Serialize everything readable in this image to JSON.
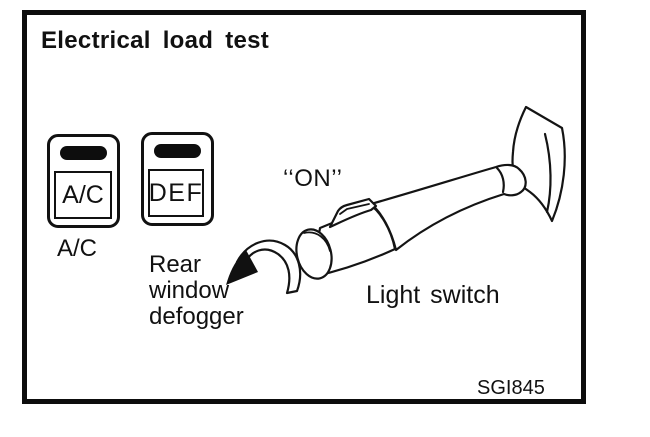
{
  "figure": {
    "title": "Electrical load test",
    "code": "SGI845"
  },
  "panel_buttons": {
    "ac": {
      "label": "A/C",
      "caption": "A/C"
    },
    "def": {
      "label": "DEF"
    },
    "defogger_caption": {
      "line1": "Rear",
      "line2": "window",
      "line3": "defogger"
    }
  },
  "light_switch": {
    "state_label": "‘‘ON’’",
    "caption": "Light switch"
  },
  "icons": {
    "rotation_arrow": "curved-rotate-arrow",
    "indicator_lamp": "button-indicator-bar"
  },
  "colors": {
    "ink": "#111111",
    "paper": "#ffffff"
  }
}
